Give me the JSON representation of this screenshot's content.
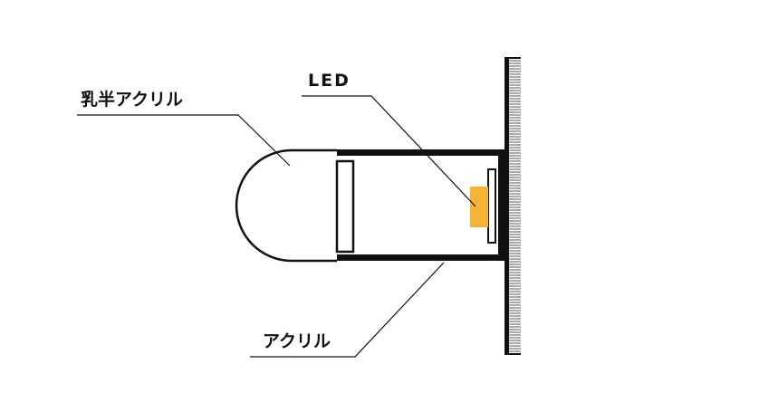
{
  "labels": {
    "diffuser": "乳半アクリル",
    "led": "LED",
    "acrylic": "アクリル"
  },
  "colors": {
    "line": "#111111",
    "led_chip": "#F5B335",
    "background": "#ffffff"
  }
}
